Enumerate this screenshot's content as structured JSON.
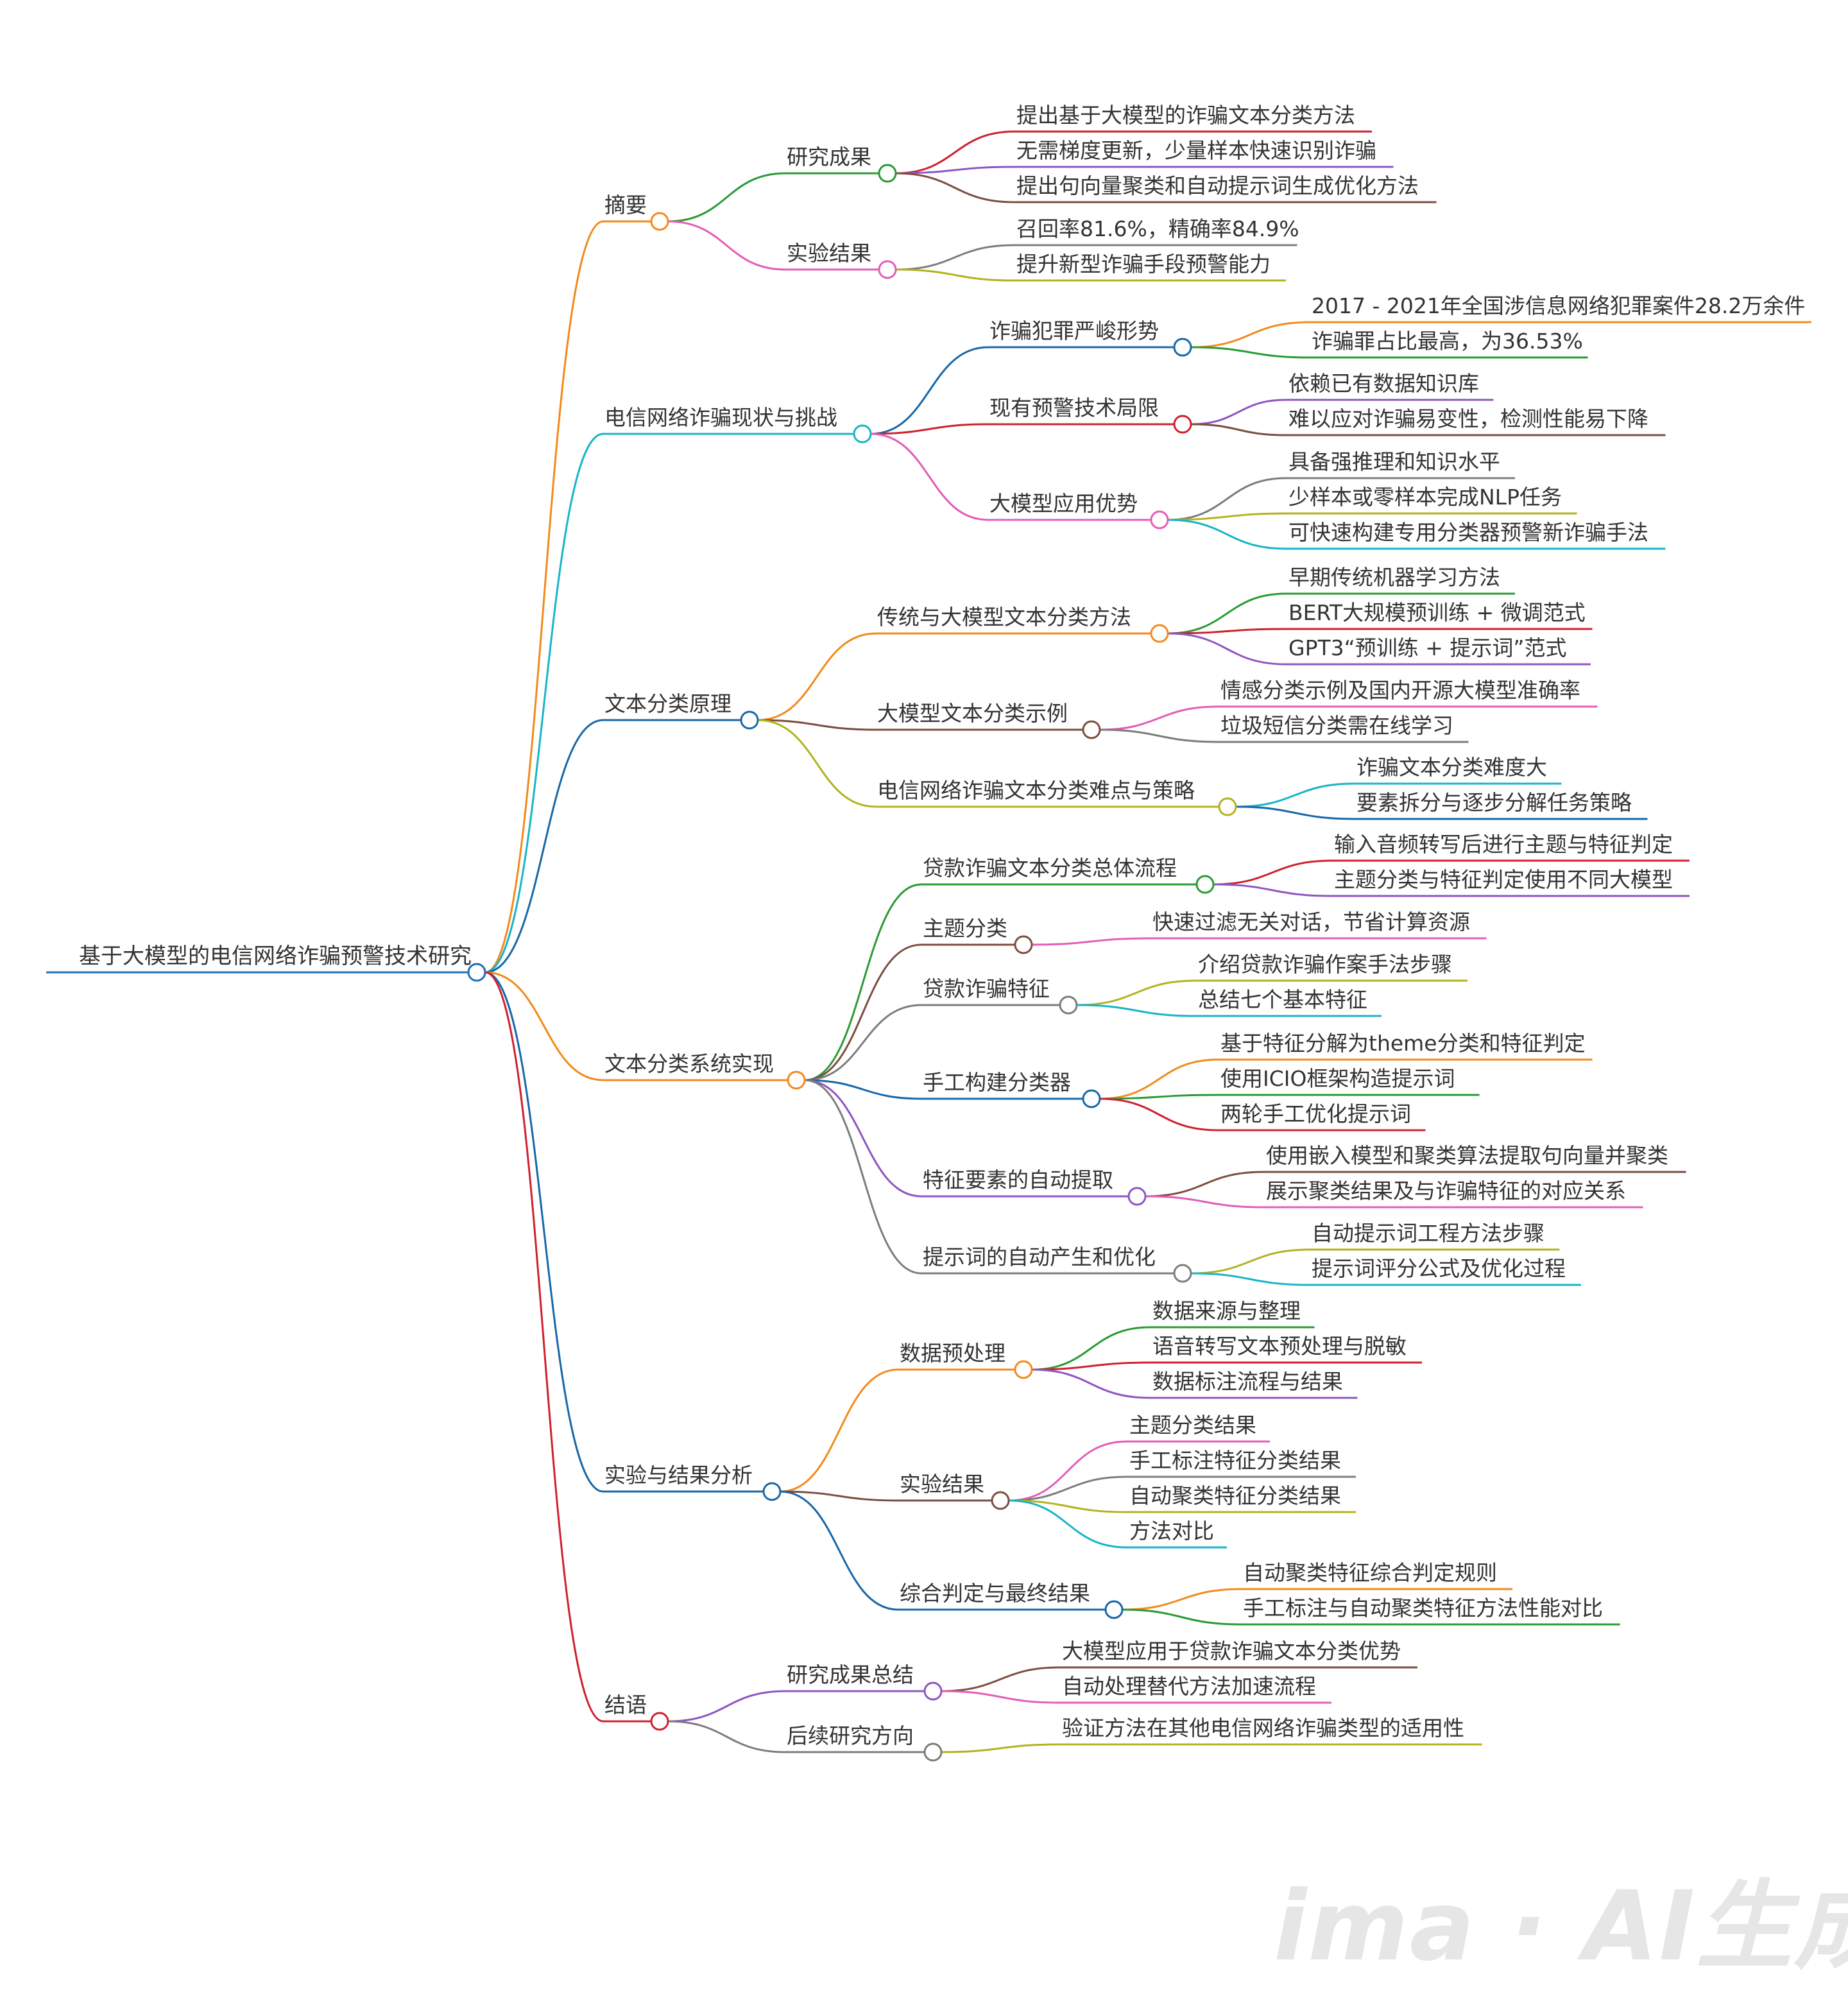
{
  "title": "基于大模型的电信网络诈骗预警技术研究",
  "watermark": "ima · AI生成",
  "colors": {
    "root": "#1f6fb2",
    "orange": "#f28a1c",
    "cyan": "#17b5c9",
    "blue": "#1767a8",
    "red": "#cf202f",
    "green": "#2a9a34",
    "purple": "#8e55c2",
    "brown": "#7b4e3f",
    "pink": "#e35db6",
    "gray": "#7c7c7c",
    "olive": "#b2b31e"
  },
  "branches": [
    {
      "label": "摘要",
      "color": "orange",
      "children": [
        {
          "label": "研究成果",
          "color": "green",
          "children": [
            {
              "label": "提出基于大模型的诈骗文本分类方法",
              "color": "red"
            },
            {
              "label": "无需梯度更新，少量样本快速识别诈骗",
              "color": "purple"
            },
            {
              "label": "提出句向量聚类和自动提示词生成优化方法",
              "color": "brown"
            }
          ]
        },
        {
          "label": "实验结果",
          "color": "pink",
          "children": [
            {
              "label": "召回率81.6%，精确率84.9%",
              "color": "gray"
            },
            {
              "label": "提升新型诈骗手段预警能力",
              "color": "olive"
            }
          ]
        }
      ]
    },
    {
      "label": "电信网络诈骗现状与挑战",
      "color": "cyan",
      "children": [
        {
          "label": "诈骗犯罪严峻形势",
          "color": "blue",
          "children": [
            {
              "label": "2017 - 2021年全国涉信息网络犯罪案件28.2万余件",
              "color": "orange"
            },
            {
              "label": "诈骗罪占比最高，为36.53%",
              "color": "green"
            }
          ]
        },
        {
          "label": "现有预警技术局限",
          "color": "red",
          "children": [
            {
              "label": "依赖已有数据知识库",
              "color": "purple"
            },
            {
              "label": "难以应对诈骗易变性，检测性能易下降",
              "color": "brown"
            }
          ]
        },
        {
          "label": "大模型应用优势",
          "color": "pink",
          "children": [
            {
              "label": "具备强推理和知识水平",
              "color": "gray"
            },
            {
              "label": "少样本或零样本完成NLP任务",
              "color": "olive"
            },
            {
              "label": "可快速构建专用分类器预警新诈骗手法",
              "color": "cyan"
            }
          ]
        }
      ]
    },
    {
      "label": "文本分类原理",
      "color": "blue",
      "children": [
        {
          "label": "传统与大模型文本分类方法",
          "color": "orange",
          "children": [
            {
              "label": "早期传统机器学习方法",
              "color": "green"
            },
            {
              "label": "BERT大规模预训练 + 微调范式",
              "color": "red"
            },
            {
              "label": "GPT3“预训练 + 提示词”范式",
              "color": "purple"
            }
          ]
        },
        {
          "label": "大模型文本分类示例",
          "color": "brown",
          "children": [
            {
              "label": "情感分类示例及国内开源大模型准确率",
              "color": "pink"
            },
            {
              "label": "垃圾短信分类需在线学习",
              "color": "gray"
            }
          ]
        },
        {
          "label": "电信网络诈骗文本分类难点与策略",
          "color": "olive",
          "children": [
            {
              "label": "诈骗文本分类难度大",
              "color": "cyan"
            },
            {
              "label": "要素拆分与逐步分解任务策略",
              "color": "blue"
            }
          ]
        }
      ]
    },
    {
      "label": "文本分类系统实现",
      "color": "orange",
      "children": [
        {
          "label": "贷款诈骗文本分类总体流程",
          "color": "green",
          "children": [
            {
              "label": "输入音频转写后进行主题与特征判定",
              "color": "red"
            },
            {
              "label": "主题分类与特征判定使用不同大模型",
              "color": "purple"
            }
          ]
        },
        {
          "label": "主题分类",
          "color": "brown",
          "children": [
            {
              "label": "快速过滤无关对话，节省计算资源",
              "color": "pink"
            }
          ]
        },
        {
          "label": "贷款诈骗特征",
          "color": "gray",
          "children": [
            {
              "label": "介绍贷款诈骗作案手法步骤",
              "color": "olive"
            },
            {
              "label": "总结七个基本特征",
              "color": "cyan"
            }
          ]
        },
        {
          "label": "手工构建分类器",
          "color": "blue",
          "children": [
            {
              "label": "基于特征分解为theme分类和特征判定",
              "color": "orange"
            },
            {
              "label": "使用ICIO框架构造提示词",
              "color": "green"
            },
            {
              "label": "两轮手工优化提示词",
              "color": "red"
            }
          ]
        },
        {
          "label": "特征要素的自动提取",
          "color": "purple",
          "children": [
            {
              "label": "使用嵌入模型和聚类算法提取句向量并聚类",
              "color": "brown"
            },
            {
              "label": "展示聚类结果及与诈骗特征的对应关系",
              "color": "pink"
            }
          ]
        },
        {
          "label": "提示词的自动产生和优化",
          "color": "gray",
          "children": [
            {
              "label": "自动提示词工程方法步骤",
              "color": "olive"
            },
            {
              "label": "提示词评分公式及优化过程",
              "color": "cyan"
            }
          ]
        }
      ]
    },
    {
      "label": "实验与结果分析",
      "color": "blue",
      "children": [
        {
          "label": "数据预处理",
          "color": "orange",
          "children": [
            {
              "label": "数据来源与整理",
              "color": "green"
            },
            {
              "label": "语音转写文本预处理与脱敏",
              "color": "red"
            },
            {
              "label": "数据标注流程与结果",
              "color": "purple"
            }
          ]
        },
        {
          "label": "实验结果",
          "color": "brown",
          "children": [
            {
              "label": "主题分类结果",
              "color": "pink"
            },
            {
              "label": "手工标注特征分类结果",
              "color": "gray"
            },
            {
              "label": "自动聚类特征分类结果",
              "color": "olive"
            },
            {
              "label": "方法对比",
              "color": "cyan"
            }
          ]
        },
        {
          "label": "综合判定与最终结果",
          "color": "blue",
          "children": [
            {
              "label": "自动聚类特征综合判定规则",
              "color": "orange"
            },
            {
              "label": "手工标注与自动聚类特征方法性能对比",
              "color": "green"
            }
          ]
        }
      ]
    },
    {
      "label": "结语",
      "color": "red",
      "children": [
        {
          "label": "研究成果总结",
          "color": "purple",
          "children": [
            {
              "label": "大模型应用于贷款诈骗文本分类优势",
              "color": "brown"
            },
            {
              "label": "自动处理替代方法加速流程",
              "color": "pink"
            }
          ]
        },
        {
          "label": "后续研究方向",
          "color": "gray",
          "children": [
            {
              "label": "验证方法在其他电信网络诈骗类型的适用性",
              "color": "olive"
            }
          ]
        }
      ]
    }
  ]
}
